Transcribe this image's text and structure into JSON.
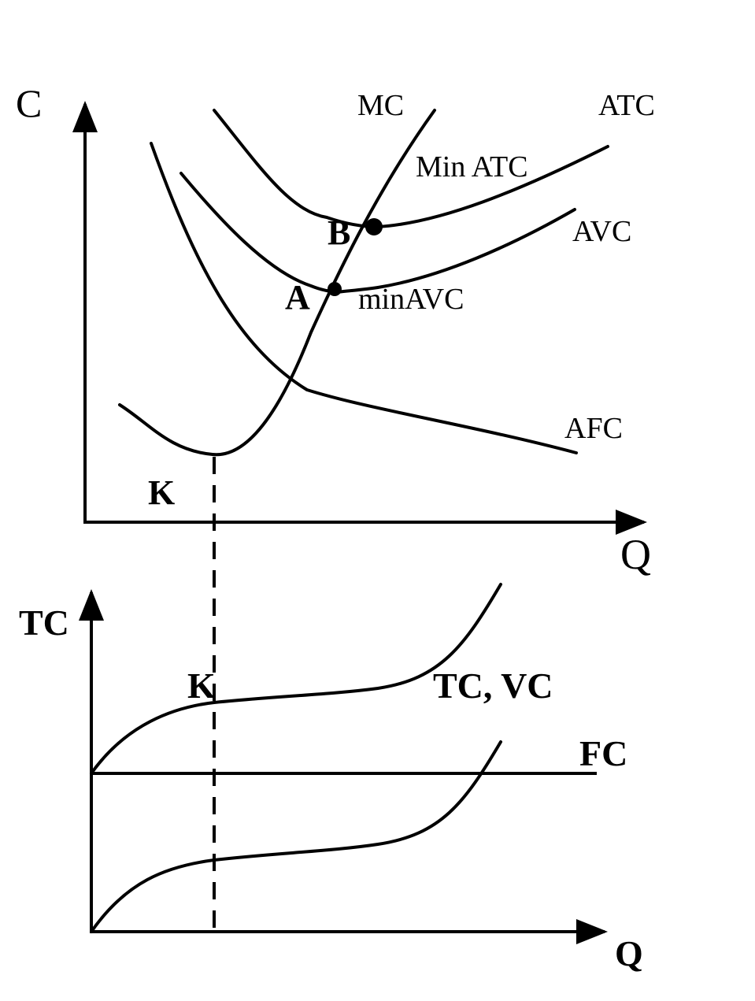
{
  "colors": {
    "ink": "#000000",
    "background": "#ffffff"
  },
  "chart_data": [
    {
      "type": "line",
      "panel": "top",
      "ylabel": "C",
      "xlabel": "Q",
      "grid": false,
      "series": [
        {
          "name": "MC"
        },
        {
          "name": "ATC"
        },
        {
          "name": "AVC"
        },
        {
          "name": "AFC"
        }
      ],
      "points": [
        {
          "label": "B",
          "note": "Min ATC"
        },
        {
          "label": "A",
          "note": "minAVC"
        },
        {
          "label": "K"
        }
      ]
    },
    {
      "type": "line",
      "panel": "bottom",
      "ylabel": "TC",
      "xlabel": "Q",
      "grid": false,
      "series": [
        {
          "name": "TC, VC"
        },
        {
          "name": "FC"
        }
      ],
      "points": [
        {
          "label": "K"
        }
      ]
    }
  ]
}
